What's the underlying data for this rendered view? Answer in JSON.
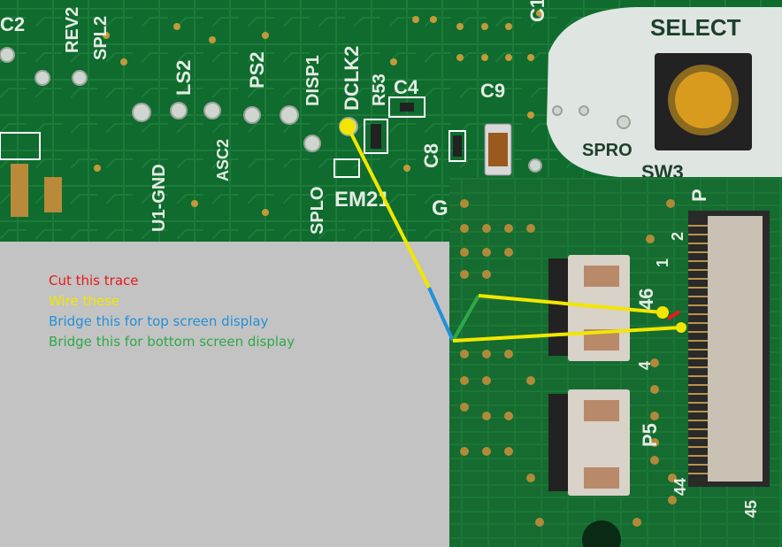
{
  "legend": {
    "cut": {
      "text": "Cut this trace",
      "color": "#e8191c"
    },
    "wire": {
      "text": "Wire these",
      "color": "#f2e600"
    },
    "bridge_top": {
      "text": "Bridge this for top screen display",
      "color": "#2390d8"
    },
    "bridge_bottom": {
      "text": "Bridge this for bottom screen display",
      "color": "#2ea84a"
    }
  },
  "board_labels": {
    "c2": "C2",
    "rev2": "REV2",
    "spl2": "SPL2",
    "ls2": "LS2",
    "ps2": "PS2",
    "disp1": "DISP1",
    "dclk2": "DCLK2",
    "r53": "R53",
    "c4": "C4",
    "c9": "C9",
    "c8": "C8",
    "c1": "C1",
    "select": "SELECT",
    "spro": "SPRO",
    "sw3": "SW3",
    "u1gnd": "U1-GND",
    "asc2": "ASC2",
    "splo": "SPLO",
    "em21": "EM21",
    "g": "G",
    "pin2": "2",
    "pin1": "1",
    "pin46": "46",
    "pin4": "4",
    "p5": "P5",
    "pin44": "44",
    "pin45": "45",
    "p": "P"
  },
  "colors": {
    "pcb": "#0f6b2e",
    "pcb_dark": "#0a4f20",
    "pad": "#cdb872",
    "silk": "#e4ece4",
    "background": "#c3c3c3",
    "button": "#c8901a"
  }
}
